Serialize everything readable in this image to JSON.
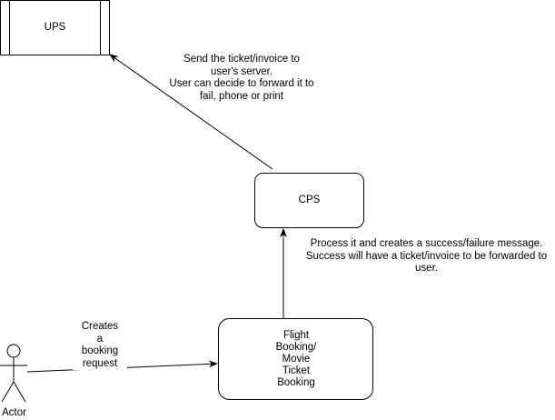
{
  "nodes": {
    "ups": {
      "label": "UPS"
    },
    "cps": {
      "label": "CPS"
    },
    "booking": {
      "lines": [
        "Flight",
        "Booking/",
        "Movie",
        "Ticket",
        "Booking"
      ]
    },
    "actor": {
      "label": "Actor"
    }
  },
  "edges": {
    "actor_to_booking": {
      "lines": [
        "Creates",
        "a",
        "booking",
        "request"
      ]
    },
    "cps_to_ups": {
      "lines": [
        "Send the ticket/invoice to",
        "user's server.",
        "User can decide to forward it to",
        "fail, phone or print"
      ]
    },
    "booking_to_cps": {
      "lines": [
        "Process it and creates a success/failure message.",
        "Success will have a ticket/invoice to be forwarded to",
        "user."
      ]
    }
  }
}
